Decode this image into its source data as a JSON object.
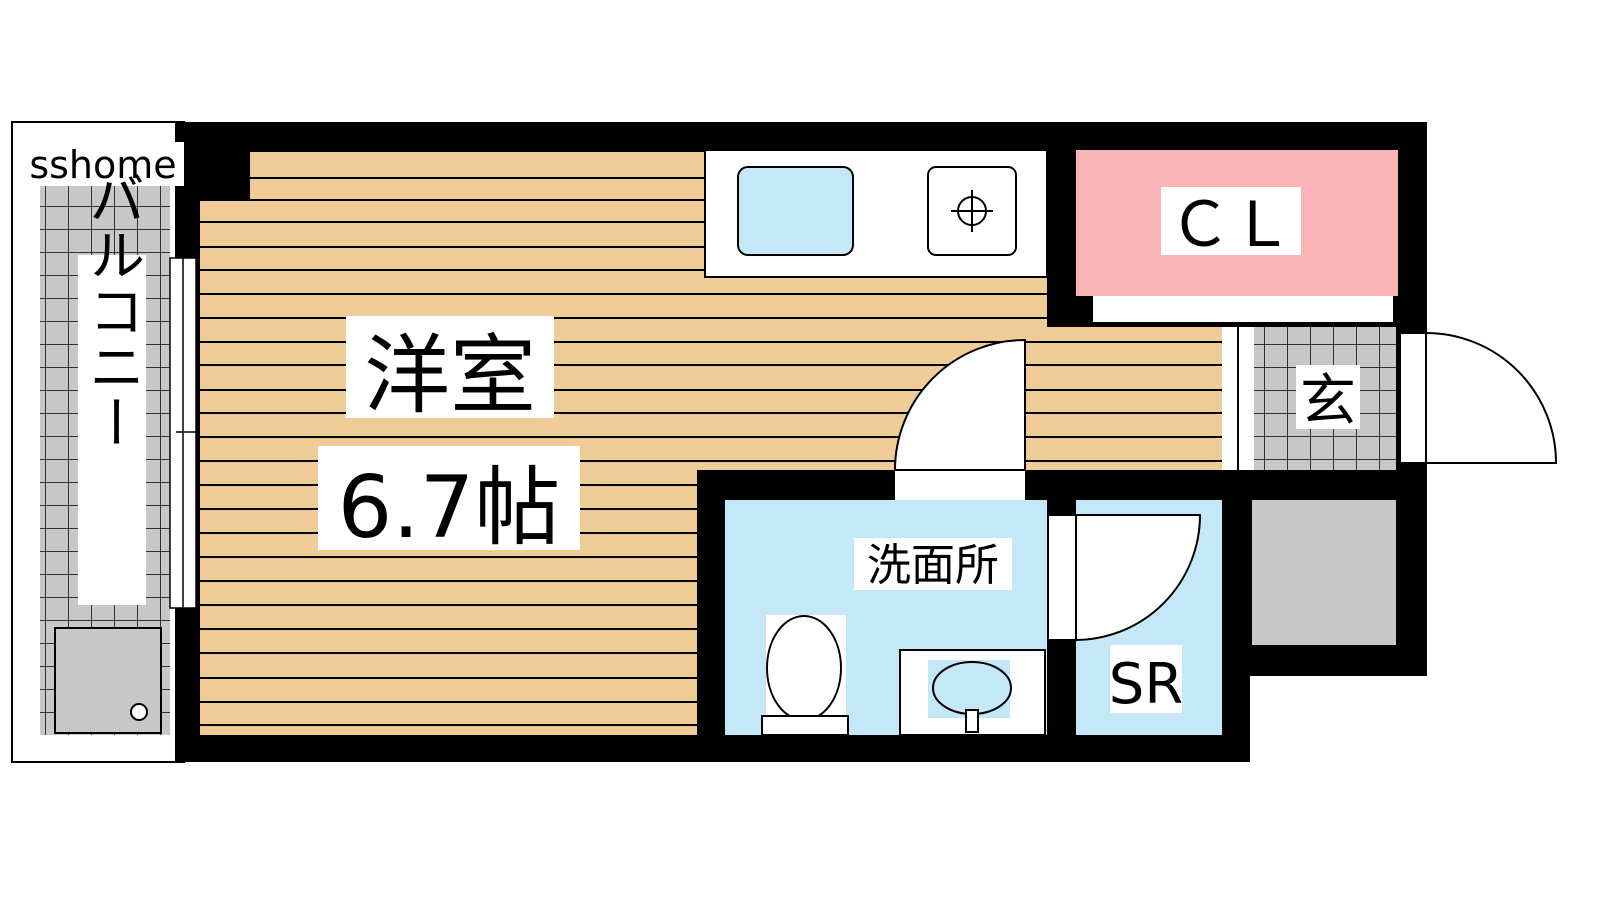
{
  "brand": "sshome",
  "rooms": {
    "western_room": {
      "name": "洋室",
      "size": "6.7帖"
    },
    "closet": "ＣＬ",
    "entrance": "玄",
    "washroom": "洗面所",
    "storage": "SR",
    "balcony": "バルコニー"
  },
  "colors": {
    "floor_wood": "#f0cc98",
    "wet_area": "#c4e8f8",
    "closet": "#f8b4b6",
    "tile": "#c8c8c8",
    "wall": "#000000"
  },
  "icons": [
    "sink-icon",
    "stove-icon",
    "toilet-icon",
    "wash-basin-icon",
    "air-conditioner-outdoor-unit-icon"
  ]
}
